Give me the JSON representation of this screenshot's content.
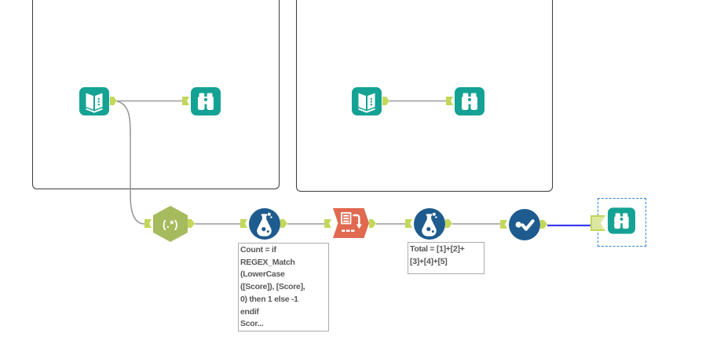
{
  "canvas": {
    "type": "workflow-canvas"
  },
  "tools": {
    "regex": {
      "label": "(.*)"
    }
  },
  "annotations": {
    "count_formula": "Count = if\nREGEX_Match\n(LowerCase\n([Score]), [Score],\n0) then 1 else -1\nendif\nScor...",
    "total_formula": "Total = [1]+[2]+\n[3]+[4]+[5]"
  },
  "icons": {
    "input_data": "open-book-icon",
    "browse": "binoculars-icon",
    "regex": "regex-hexagon",
    "formula": "flask-icon",
    "transpose": "rows-to-columns-arrow-icon",
    "unique": "dot-checkmark-icon"
  },
  "selection": {
    "selected_tool": "browse-output",
    "selected_connection": "unique-to-browse"
  },
  "colors": {
    "teal": "#14A294",
    "toolBlue": "#1E5B8E",
    "olive": "#A6BA5E",
    "orange": "#E0694F",
    "anchorGreen": "#C3D75B",
    "anchorGreenLight": "#DCE8A0",
    "wireGray": "#9A9A9A",
    "wireBlue": "#3B3BEF",
    "selectionBlue": "#2F80D0",
    "containerBorder": "#3A3A3A",
    "annotationText": "#595959",
    "annotationBorder": "#ACACAC"
  }
}
